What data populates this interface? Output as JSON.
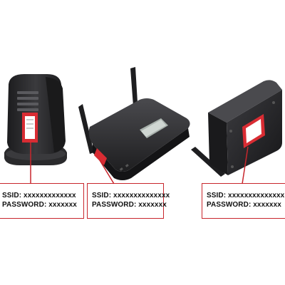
{
  "labels": [
    {
      "ssid": "SSID: xxxxxxxxxxxxx",
      "password": "PASSWORD: xxxxxxx"
    },
    {
      "ssid": "SSID: xxxxxxxxxxxxxx",
      "password": "PASSWORD: xxxxxxx"
    },
    {
      "ssid": "SSID: xxxxxxxxxxxxxx",
      "password": "PASSWORD: xxxxxxx"
    }
  ],
  "colors": {
    "callout_border": "#c8262c",
    "device_body": "#2b2b2e",
    "label_sticker": "#d92c33"
  }
}
